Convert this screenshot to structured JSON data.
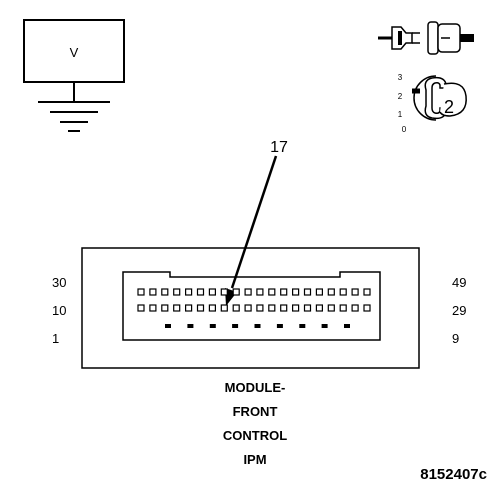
{
  "meter": {
    "label": "V"
  },
  "switch": {
    "positions": [
      "3",
      "2",
      "1",
      "0"
    ],
    "step": "2"
  },
  "callout": {
    "pin": "17"
  },
  "connector": {
    "row_labels_left": [
      "30",
      "10",
      "1"
    ],
    "row_labels_right": [
      "49",
      "29",
      "9"
    ],
    "top_row_pins": 20,
    "middle_row_pins": 20,
    "bottom_row_pins": 9
  },
  "caption": {
    "line1": "MODULE-",
    "line2": "FRONT",
    "line3": "CONTROL",
    "line4": "IPM"
  },
  "figure_id": "8152407c"
}
